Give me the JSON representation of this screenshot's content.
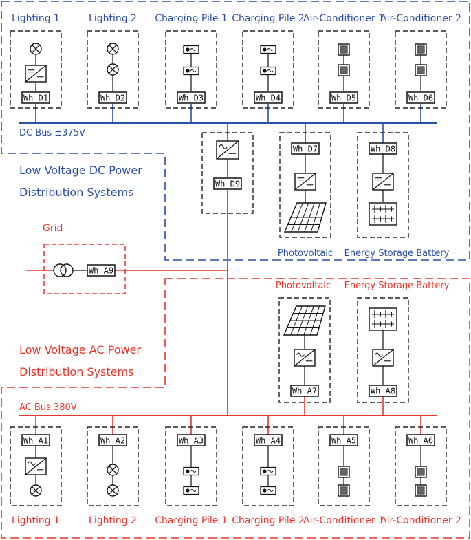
{
  "colors": {
    "dc": "#2a4fa6",
    "ac": "#e8352b",
    "box": "#222222"
  },
  "dc": {
    "system_line1": "Low Voltage DC Power",
    "system_line2": "Distribution Systems",
    "bus_label": "DC Bus ±375V",
    "loads": [
      {
        "label": "Lighting 1",
        "meter": "Wh D1",
        "icon": "lighting-converter"
      },
      {
        "label": "Lighting 2",
        "meter": "Wh D2",
        "icon": "lighting-dual"
      },
      {
        "label": "Charging Pile 1",
        "meter": "Wh D3",
        "icon": "charging-pile"
      },
      {
        "label": "Charging Pile 2",
        "meter": "Wh D4",
        "icon": "charging-pile"
      },
      {
        "label": "Air-Conditioner 1",
        "meter": "Wh D5",
        "icon": "air-conditioner"
      },
      {
        "label": "Air-Conditioner 2",
        "meter": "Wh D6",
        "icon": "air-conditioner"
      }
    ],
    "converter_meter": "Wh D9",
    "pv": {
      "label": "Photovoltaic",
      "meter": "Wh D7"
    },
    "ess": {
      "label": "Energy Storage Battery",
      "meter": "Wh D8"
    }
  },
  "grid": {
    "label": "Grid",
    "meter": "Wh A9"
  },
  "ac": {
    "system_line1": "Low Voltage AC Power",
    "system_line2": "Distribution Systems",
    "bus_label": "AC Bus 380V",
    "loads": [
      {
        "label": "Lighting 1",
        "meter": "Wh A1",
        "icon": "lighting-converter"
      },
      {
        "label": "Lighting 2",
        "meter": "Wh A2",
        "icon": "lighting-dual"
      },
      {
        "label": "Charging Pile 1",
        "meter": "Wh A3",
        "icon": "charging-pile"
      },
      {
        "label": "Charging Pile 2",
        "meter": "Wh A4",
        "icon": "charging-pile"
      },
      {
        "label": "Air-Conditioner 1",
        "meter": "Wh A5",
        "icon": "air-conditioner"
      },
      {
        "label": "Air-Conditioner 2",
        "meter": "Wh A6",
        "icon": "air-conditioner"
      }
    ],
    "pv": {
      "label": "Photovoltaic",
      "meter": "Wh A7"
    },
    "ess": {
      "label": "Energy Storage Battery",
      "meter": "Wh A8"
    }
  }
}
